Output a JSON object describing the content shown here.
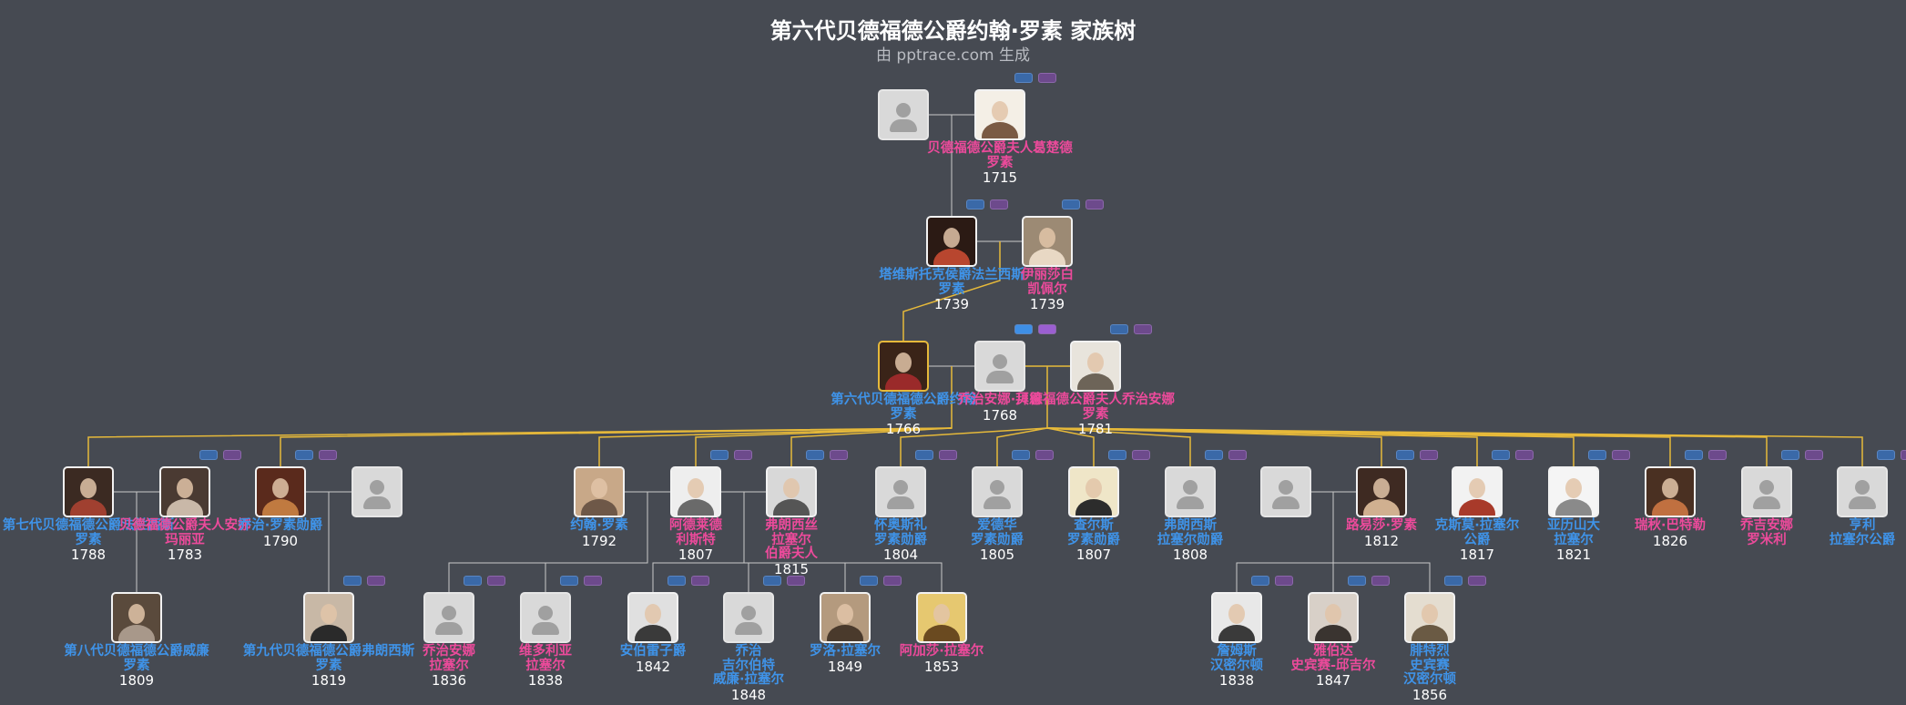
{
  "title": "第六代贝德福德公爵约翰·罗素 家族树",
  "subtitle": "由 pptrace.com 生成",
  "colors": {
    "background": "#464a52",
    "male": "#3f93e8",
    "female": "#ec4a9b",
    "line": "#e6b93a",
    "connector": "#c9c9c9"
  },
  "people": [
    {
      "id": "g1_husband",
      "name": "",
      "year": "",
      "gender": "male",
      "photo": false,
      "icon": "person-placeholder-icon"
    },
    {
      "id": "g1_wife",
      "name": "贝德福德公爵夫人葛楚德\n罗素",
      "year": "1715",
      "gender": "female",
      "photo": true,
      "icon": "portrait-miniature"
    },
    {
      "id": "tavistock",
      "name": "塔维斯托克侯爵法兰西斯\n罗素",
      "year": "1739",
      "gender": "male",
      "photo": true,
      "icon": "portrait"
    },
    {
      "id": "elizabeth",
      "name": "伊丽莎白\n凯佩尔",
      "year": "1739",
      "gender": "female",
      "photo": true,
      "icon": "portrait"
    },
    {
      "id": "john6",
      "name": "第六代贝德福德公爵约翰\n罗素",
      "year": "1766",
      "gender": "male",
      "photo": true,
      "icon": "portrait",
      "highlight": true
    },
    {
      "id": "georgiana_byng",
      "name": "乔治安娜·拜恩",
      "year": "1768",
      "gender": "female",
      "photo": false,
      "icon": "person-placeholder-icon"
    },
    {
      "id": "georgiana_duchess",
      "name": "贝德福德公爵夫人乔治安娜\n罗素",
      "year": "1781",
      "gender": "female",
      "photo": true,
      "icon": "portrait"
    },
    {
      "id": "francis7",
      "name": "第七代贝德福德公爵法兰西斯\n罗素",
      "year": "1788",
      "gender": "male",
      "photo": true,
      "icon": "portrait"
    },
    {
      "id": "anna_maria",
      "name": "贝德福德公爵夫人安娜\n玛丽亚",
      "year": "1783",
      "gender": "female",
      "photo": true,
      "icon": "portrait"
    },
    {
      "id": "george_russell",
      "name": "乔治·罗素勋爵",
      "year": "1790",
      "gender": "male",
      "photo": true,
      "icon": "portrait"
    },
    {
      "id": "george_wife",
      "name": "",
      "year": "",
      "gender": "female",
      "photo": false,
      "icon": "person-placeholder-icon"
    },
    {
      "id": "john_russell",
      "name": "约翰·罗素",
      "year": "1792",
      "gender": "male",
      "photo": true,
      "icon": "portrait"
    },
    {
      "id": "adelaide",
      "name": "阿德莱德\n利斯特",
      "year": "1807",
      "gender": "female",
      "photo": true,
      "icon": "portrait"
    },
    {
      "id": "frances",
      "name": "弗朗西丝\n拉塞尔\n伯爵夫人",
      "year": "1815",
      "gender": "female",
      "photo": true,
      "icon": "portrait"
    },
    {
      "id": "wriothesley",
      "name": "怀奥斯礼\n罗素勋爵",
      "year": "1804",
      "gender": "male",
      "photo": false,
      "icon": "person-placeholder-icon"
    },
    {
      "id": "edward",
      "name": "爱德华\n罗素勋爵",
      "year": "1805",
      "gender": "male",
      "photo": false,
      "icon": "person-placeholder-icon"
    },
    {
      "id": "charles",
      "name": "查尔斯\n罗素勋爵",
      "year": "1807",
      "gender": "male",
      "photo": true,
      "icon": "portrait"
    },
    {
      "id": "francis_r",
      "name": "弗朗西斯\n拉塞尔勋爵",
      "year": "1808",
      "gender": "male",
      "photo": false,
      "icon": "person-placeholder-icon"
    },
    {
      "id": "louisa_husband",
      "name": "",
      "year": "",
      "gender": "male",
      "photo": false,
      "icon": "person-placeholder-icon"
    },
    {
      "id": "louisa",
      "name": "路易莎·罗素",
      "year": "1812",
      "gender": "female",
      "photo": true,
      "icon": "portrait"
    },
    {
      "id": "cosmo",
      "name": "克斯莫·拉塞尔\n公爵",
      "year": "1817",
      "gender": "male",
      "photo": true,
      "icon": "portrait"
    },
    {
      "id": "alexander",
      "name": "亚历山大\n拉塞尔",
      "year": "1821",
      "gender": "male",
      "photo": true,
      "icon": "portrait"
    },
    {
      "id": "rachel",
      "name": "瑞秋·巴特勒",
      "year": "1826",
      "gender": "female",
      "photo": true,
      "icon": "portrait"
    },
    {
      "id": "georgiana_romilly",
      "name": "乔吉安娜\n罗米利",
      "year": "",
      "gender": "female",
      "photo": false,
      "icon": "person-placeholder-icon"
    },
    {
      "id": "henry",
      "name": "亨利\n拉塞尔公爵",
      "year": "",
      "gender": "male",
      "photo": false,
      "icon": "person-placeholder-icon"
    },
    {
      "id": "william8",
      "name": "第八代贝德福德公爵威廉\n罗素",
      "year": "1809",
      "gender": "male",
      "photo": true,
      "icon": "portrait"
    },
    {
      "id": "francis9",
      "name": "第九代贝德福德公爵弗朗西斯\n罗素",
      "year": "1819",
      "gender": "male",
      "photo": true,
      "icon": "portrait"
    },
    {
      "id": "georgiana_r",
      "name": "乔治安娜\n拉塞尔",
      "year": "1836",
      "gender": "female",
      "photo": false,
      "icon": "person-placeholder-icon"
    },
    {
      "id": "victoria",
      "name": "维多利亚\n拉塞尔",
      "year": "1838",
      "gender": "female",
      "photo": false,
      "icon": "person-placeholder-icon"
    },
    {
      "id": "amberley",
      "name": "安伯雷子爵",
      "year": "1842",
      "gender": "male",
      "photo": true,
      "icon": "portrait"
    },
    {
      "id": "george_gilbert",
      "name": "乔治\n吉尔伯特\n威廉·拉塞尔",
      "year": "1848",
      "gender": "male",
      "photo": false,
      "icon": "person-placeholder-icon"
    },
    {
      "id": "rollo",
      "name": "罗洛·拉塞尔",
      "year": "1849",
      "gender": "male",
      "photo": true,
      "icon": "portrait"
    },
    {
      "id": "agatha",
      "name": "阿加莎·拉塞尔",
      "year": "1853",
      "gender": "female",
      "photo": true,
      "icon": "portrait"
    },
    {
      "id": "james",
      "name": "詹姆斯\n汉密尔顿",
      "year": "1838",
      "gender": "male",
      "photo": true,
      "icon": "portrait"
    },
    {
      "id": "albertha",
      "name": "雅伯达\n史宾赛-邱吉尔",
      "year": "1847",
      "gender": "female",
      "photo": true,
      "icon": "portrait"
    },
    {
      "id": "frederick",
      "name": "腓特烈\n史宾赛\n汉密尔顿",
      "year": "1856",
      "gender": "male",
      "photo": true,
      "icon": "portrait"
    }
  ]
}
